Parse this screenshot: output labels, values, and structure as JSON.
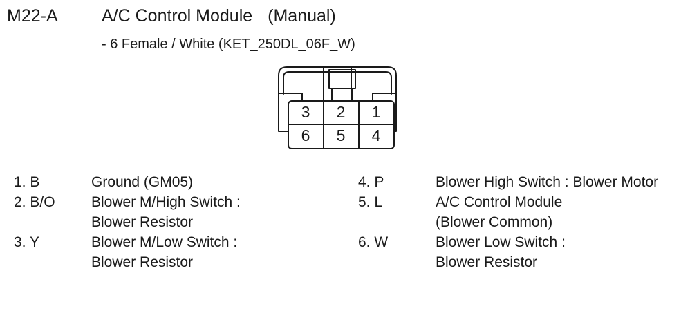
{
  "header": {
    "code": "M22-A",
    "title": "A/C Control Module",
    "mode": "(Manual)",
    "subtitle": "- 6 Female / White (KET_250DL_06F_W)"
  },
  "connector": {
    "type": "6-way-female-connector",
    "rows": [
      {
        "pins": [
          "3",
          "2",
          "1"
        ]
      },
      {
        "pins": [
          "6",
          "5",
          "4"
        ]
      }
    ],
    "line_color": "#1a1a1a",
    "fill_color": "#ffffff"
  },
  "pins": {
    "left_column": [
      {
        "label": "1. B",
        "desc_line1": "Ground (GM05)",
        "desc_line2": ""
      },
      {
        "label": "2. B/O",
        "desc_line1": "Blower M/High Switch :",
        "desc_line2": "Blower Resistor"
      },
      {
        "label": "3. Y",
        "desc_line1": "Blower M/Low Switch :",
        "desc_line2": "Blower Resistor"
      }
    ],
    "right_column": [
      {
        "label": "4. P",
        "desc_line1": "Blower High Switch : Blower Motor",
        "desc_line2": ""
      },
      {
        "label": "5. L",
        "desc_line1": "A/C Control Module",
        "desc_line2": "(Blower Common)"
      },
      {
        "label": "6. W",
        "desc_line1": "Blower Low Switch :",
        "desc_line2": "Blower Resistor"
      }
    ]
  }
}
